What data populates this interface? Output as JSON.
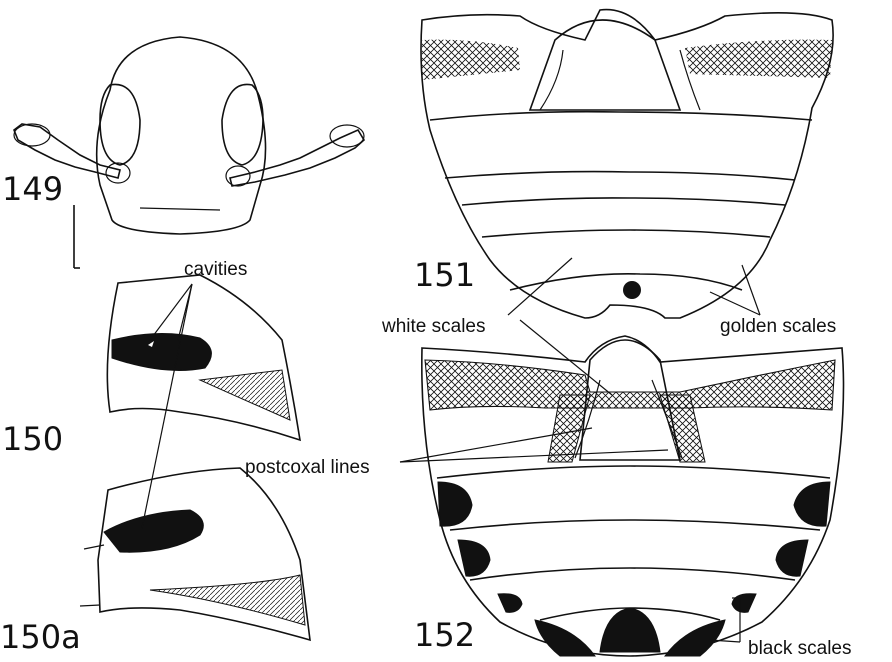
{
  "figure_numbers": {
    "fig149": "149",
    "fig150": "150",
    "fig150a": "150a",
    "fig151": "151",
    "fig152": "152"
  },
  "labels": {
    "cavities": "cavities",
    "white_scales": "white scales",
    "golden_scales": "golden scales",
    "postcoxal_lines": "postcoxal lines",
    "black_scales": "black scales"
  },
  "colors": {
    "ink": "#111111",
    "paper": "#ffffff"
  }
}
